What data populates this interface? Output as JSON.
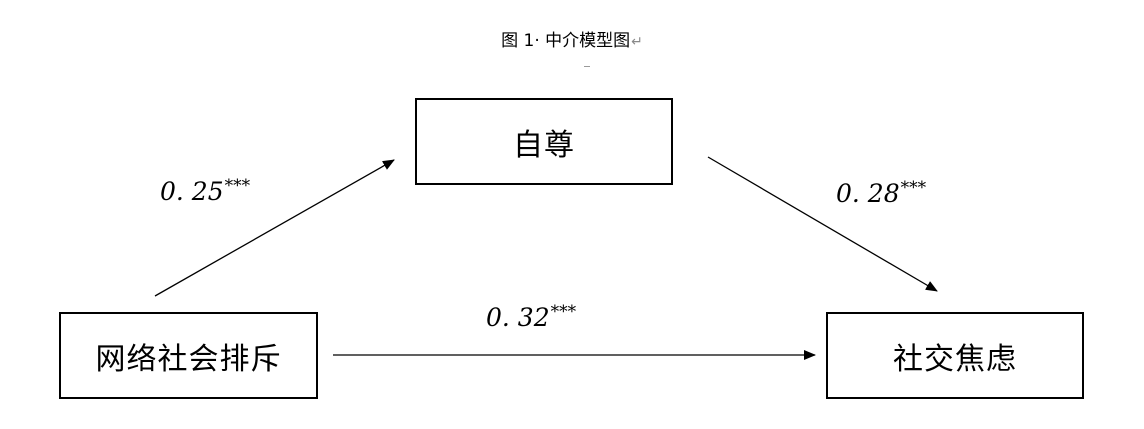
{
  "caption": {
    "text": "图 1· 中介模型图",
    "para_mark": "↵"
  },
  "nodes": {
    "mediator": "自尊",
    "independent": "网络社会排斥",
    "dependent": "社交焦虑"
  },
  "paths": {
    "a": {
      "coef": "0. 25",
      "stars": "***"
    },
    "b": {
      "coef": "0. 28",
      "stars": "***"
    },
    "c": {
      "coef": "0. 32",
      "stars": "***"
    }
  }
}
